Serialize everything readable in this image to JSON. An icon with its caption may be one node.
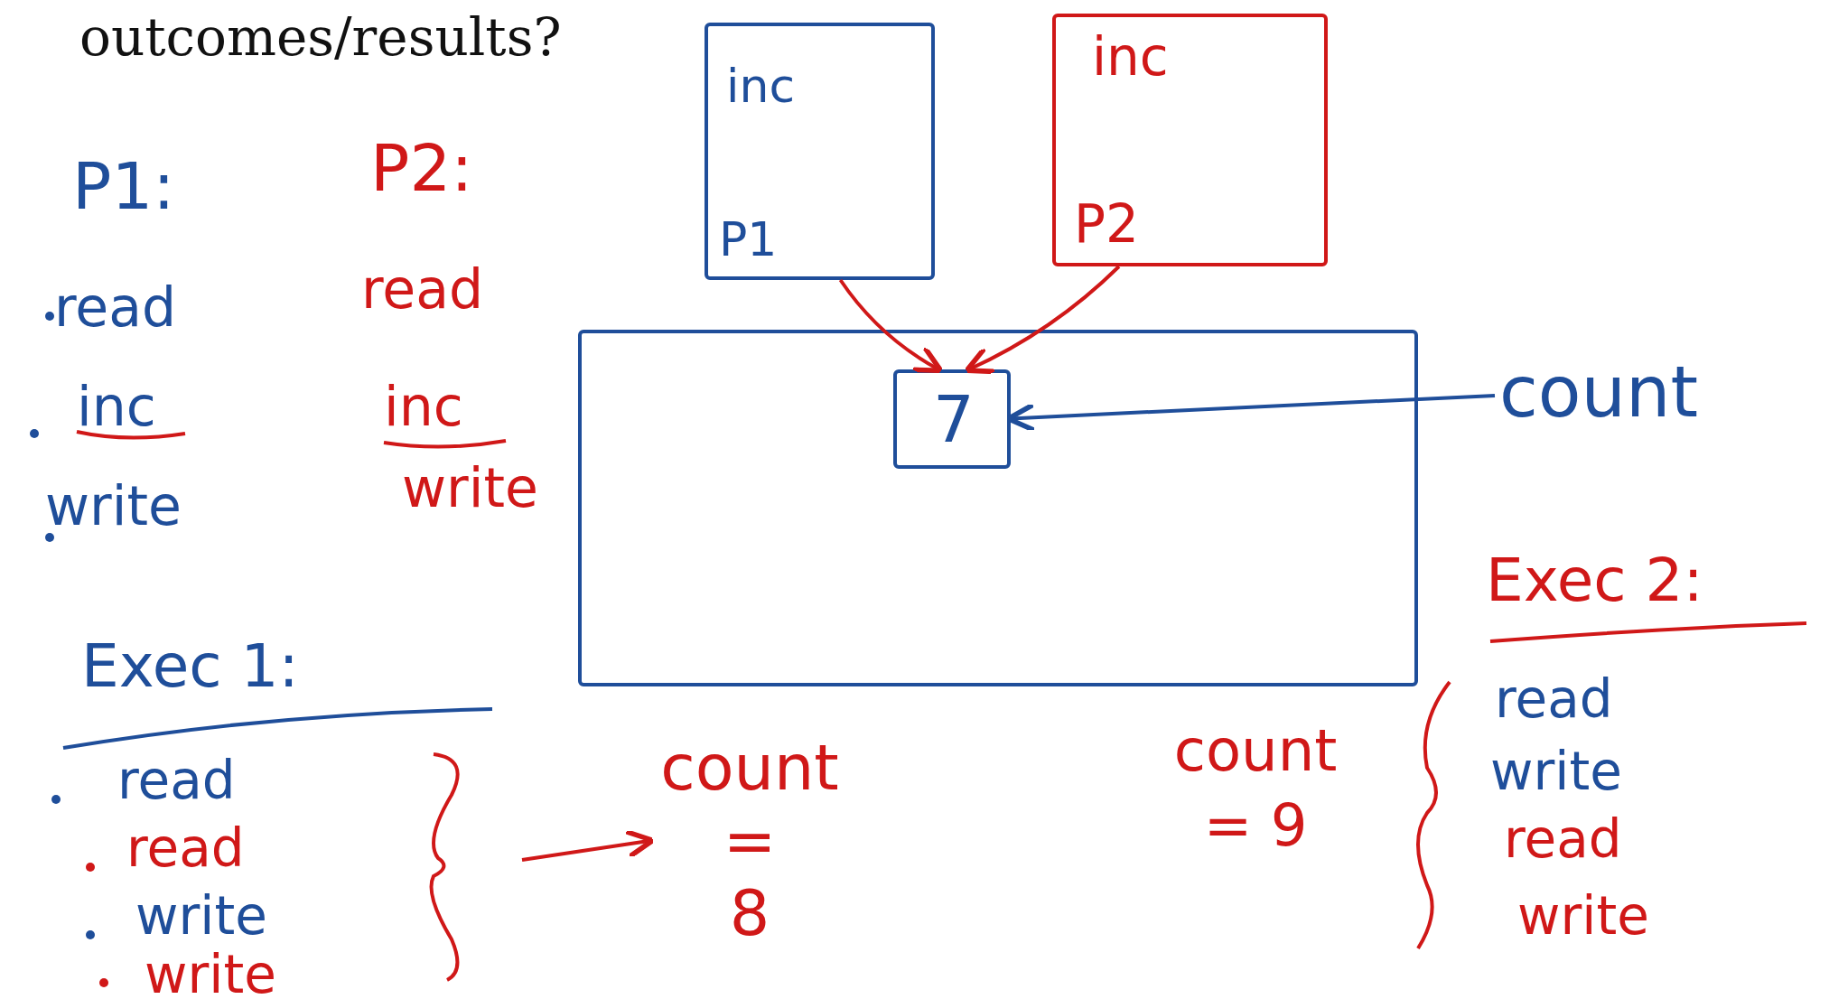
{
  "diagram": {
    "title": "outcomes/results?",
    "nodes": [
      {
        "text": [
          "inc",
          "P1"
        ]
      },
      {
        "text": [
          "inc",
          "P2"
        ]
      },
      {
        "text": [],
        "shape": "box"
      },
      {
        "text": [
          "7"
        ],
        "in": 2
      },
      {
        "text": [
          "count"
        ]
      },
      {
        "text": [
          "count = 8"
        ]
      }
    ],
    "edges": [
      {
        "from": 0,
        "to": 3,
        "arrow": "to"
      },
      {
        "from": 1,
        "to": 3,
        "arrow": "to"
      },
      {
        "from": 4,
        "to": 3,
        "arrow": "to",
        "color": "#1f4e9a"
      },
      {
        "from": null,
        "to": 5,
        "arrow": "to"
      }
    ],
    "labels": [
      "P1:",
      "read",
      "inc",
      "write",
      "P2:",
      "read",
      "inc",
      "write",
      "Exec 1:",
      "read",
      "read",
      "write",
      "write",
      "count = 9",
      "Exec 2:",
      "read",
      "write",
      "read",
      "write"
    ]
  }
}
